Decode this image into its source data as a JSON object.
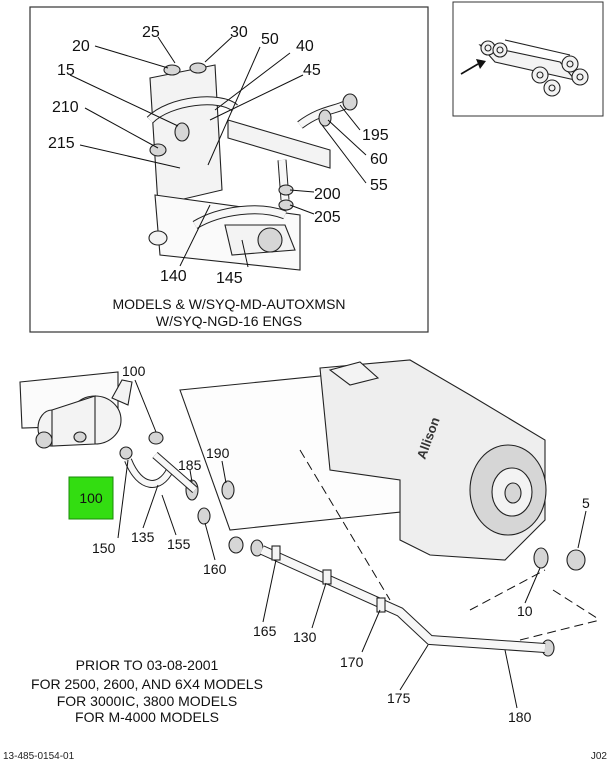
{
  "top_callouts": [
    "20",
    "25",
    "30",
    "50",
    "40",
    "45",
    "15",
    "210",
    "215",
    "195",
    "60",
    "55",
    "200",
    "205",
    "140",
    "145"
  ],
  "top_caption": [
    "MODELS &  W/SYQ-MD-AUTOXMSN",
    "W/SYQ-NGD-16 ENGS"
  ],
  "bottom_callouts": [
    "100",
    "190",
    "185",
    "135",
    "155",
    "150",
    "160",
    "165",
    "130",
    "170",
    "175",
    "180",
    "10",
    "5"
  ],
  "highlighted_callout": "100",
  "bottom_caption": [
    "PRIOR TO 03-08-2001",
    "FOR 2500, 2600, AND 6X4 MODELS",
    "FOR 3000IC, 3800 MODELS",
    "FOR M-4000 MODELS"
  ],
  "footer": {
    "left": "13-485-0154-01",
    "right": "J02"
  },
  "colors": {
    "highlight": "#33dd11",
    "line": "#111111"
  }
}
